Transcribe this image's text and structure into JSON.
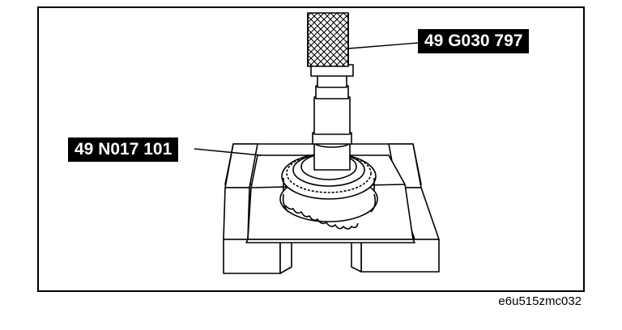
{
  "labels": {
    "installer_tool": "49 G030 797",
    "support_plate": "49 N017 101"
  },
  "caption": "e6u515zmc032",
  "colors": {
    "line": "#000000",
    "label_bg": "#000000",
    "label_text": "#ffffff",
    "background": "#ffffff"
  }
}
